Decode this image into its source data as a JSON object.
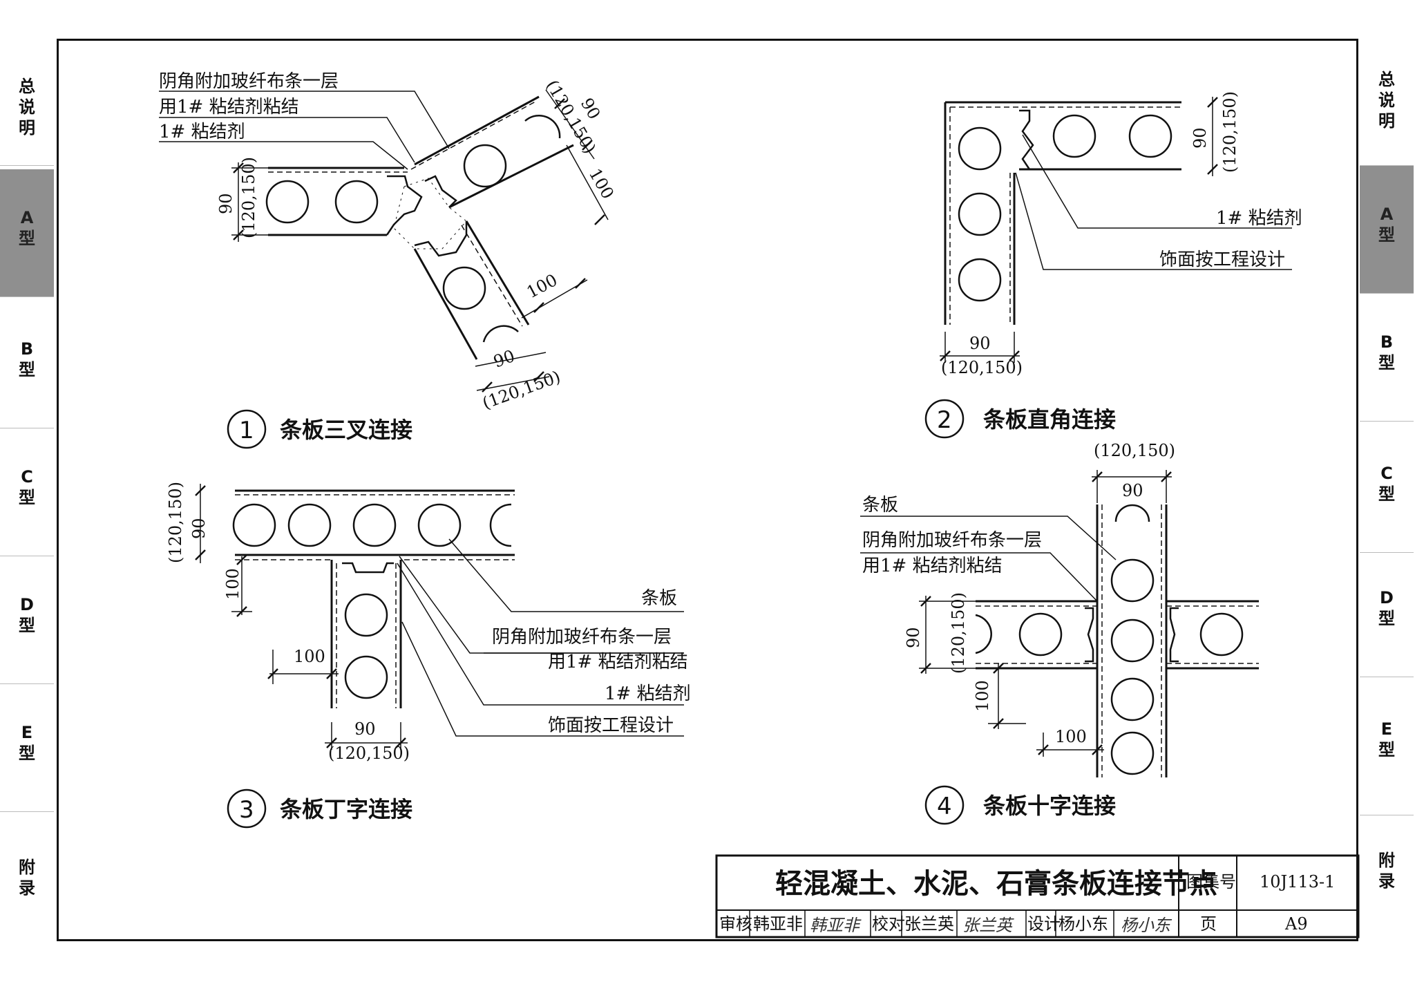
{
  "sidebar": {
    "tabs": [
      {
        "c1": "总",
        "c2": "说",
        "c3": "明"
      },
      {
        "c1": "A",
        "c2": "型",
        "c3": ""
      },
      {
        "c1": "B",
        "c2": "型",
        "c3": ""
      },
      {
        "c1": "C",
        "c2": "型",
        "c3": ""
      },
      {
        "c1": "D",
        "c2": "型",
        "c3": ""
      },
      {
        "c1": "E",
        "c2": "型",
        "c3": ""
      },
      {
        "c1": "附",
        "c2": "录",
        "c3": ""
      }
    ],
    "active_index": 1,
    "active_color": "#8f8f8f"
  },
  "details": {
    "d1": {
      "number": "1",
      "title": "条板三叉连接",
      "labels": [
        "阴角附加玻纤布条一层",
        "用1# 粘结剂粘结",
        "1# 粘结剂"
      ],
      "dims": {
        "a": "90",
        "b": "(120,150)",
        "c": "90",
        "d": "(120,150)",
        "e": "100",
        "f": "100",
        "g": "90",
        "h": "(120,150)"
      }
    },
    "d2": {
      "number": "2",
      "title": "条板直角连接",
      "labels": [
        "1# 粘结剂",
        "饰面按工程设计"
      ],
      "dims": {
        "a": "90",
        "b": "(120,150)",
        "c": "90",
        "d": "(120,150)"
      }
    },
    "d3": {
      "number": "3",
      "title": "条板丁字连接",
      "labels": [
        "条板",
        "阴角附加玻纤布条一层",
        "用1# 粘结剂粘结",
        "1# 粘结剂",
        "饰面按工程设计"
      ],
      "dims": {
        "a": "(120,150)",
        "b": "90",
        "c": "100",
        "d": "100",
        "e": "90",
        "f": "(120,150)"
      }
    },
    "d4": {
      "number": "4",
      "title": "条板十字连接",
      "labels": [
        "条板",
        "阴角附加玻纤布条一层",
        "用1# 粘结剂粘结"
      ],
      "dims": {
        "a": "(120,150)",
        "b": "90",
        "c": "90",
        "d": "(120,150)",
        "e": "100",
        "f": "100"
      }
    }
  },
  "titleblock": {
    "title": "轻混凝土、水泥、石膏条板连接节点",
    "atlas_label": "图集号",
    "atlas_no": "10J113-1",
    "review_label": "审核",
    "reviewer": "韩亚非",
    "reviewer_sig": "韩亚非",
    "check_label": "校对",
    "checker": "张兰英",
    "checker_sig": "张兰英",
    "design_label": "设计",
    "designer": "杨小东",
    "designer_sig": "杨小东",
    "page_label": "页",
    "page_no": "A9"
  }
}
